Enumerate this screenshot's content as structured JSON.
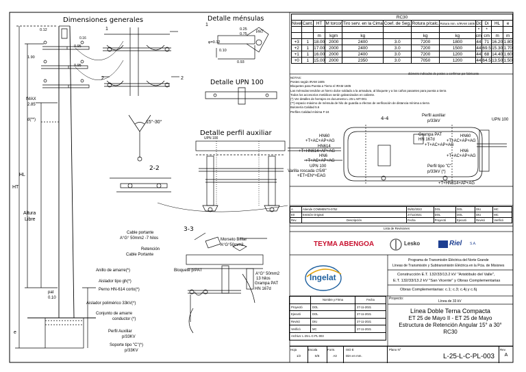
{
  "labels": {
    "dimensiones": "Dimensiones generales",
    "detalle_mensulas": "Detalle ménsulas",
    "detalle_upn": "Detalle UPN 100",
    "detalle_perfil": "Detalle perfil auxiliar",
    "sec_22": "2-2",
    "sec_33": "3-3",
    "sec_44": "4-4",
    "angle": "15°-30°",
    "dim_012": "0.12",
    "dim_095a": "0.95",
    "dim_095b": "0.95",
    "dim_190": "1.90",
    "dim_pat_010": "0.10",
    "dim_016": "0.16",
    "dim_025": "0.25",
    "dim_075": "0.75",
    "dim_093": "0.93",
    "dim_010": "0.10",
    "fmax": "fMAX",
    "dim_285": "2.85",
    "d_label": "d(**)",
    "hl": "HL",
    "ht": "HT",
    "altura": "Altura",
    "libre": "Libre",
    "pat_label": "pat",
    "pat_val": "0.10",
    "e_label": "e",
    "phi": "φ=0.12",
    "pat": "PAT",
    "upn100": "UPN 100",
    "mark1": "1",
    "mark2": "2",
    "cable_portante": "Cable portante",
    "cable_portante_spec": "A°G° 50mm2 -7 hilos",
    "retencion": "Retención",
    "cable_portante2": "Cable Portante",
    "morseto": "Morseto Bifilar",
    "morseto_spec": "A°G°50mm2",
    "anillo": "Anillo de amarre(*)",
    "aislador": "Aislador tipo gh(*)",
    "perno": "Perno HN-614 corto(*)",
    "aislador_polimerico": "Aislador polimérico 33kV(*)",
    "conjunto1": "Conjunto de amarre",
    "conjunto2": "conductor (*)",
    "perfil_aux": "Perfil Auxiliar",
    "perfil_aux_spec": "p/33KV",
    "soporte": "Soporte tipo \"C\"(*)",
    "soporte_spec": "p/33KV",
    "bloquete": "Bloquete p/PAT",
    "agspec": "A°G° 50mm2",
    "hilos13": "13 hilos",
    "grampa": "Grampa PAT",
    "hn167": "HN 167d",
    "perfil_aux_44": "Perfil auxiliar",
    "perfil_aux_44_spec": "p/33kV",
    "grampa_44": "Grampa PAT",
    "hn167_44": "HN 167d",
    "tac": "+T+AC+AP+AG",
    "upn100_44": "UPN 100",
    "hn60a": "HN60",
    "hn60a_spec": "+T+AC+AP+AG",
    "hn614": "HN614",
    "hn614_spec": "+T+HN614+AP+AG",
    "hn6": "HN6",
    "hn6_spec": "+T+AC+AP+AG",
    "upn100_b": "UPN 100",
    "varilla": "Varilla roscada ∅5/8\"",
    "varilla_spec": "+ET+EN*+EAG",
    "perfil_tipo_c": "Perfil tipo \"C\"",
    "perfil_tipo_c_spec": "p/33kV (*)",
    "hn614_b": "+T+HN614+AP+AG",
    "hn60b": "HN60",
    "hn60b_spec": "+T+AC+AP+AG",
    "hn6b": "HN6",
    "hn6b_spec": "+T+AC+AP+AG"
  },
  "rc_table": {
    "title": "RC30",
    "headers": [
      "Nivel",
      "Cant.",
      "HT",
      "M torcor",
      "Tiro serv. en la Cima",
      "Coef. de Seg.",
      "Rotura p/calc.",
      "Rotura min. s/IRAM 1605",
      "Dc",
      "Di",
      "HL",
      "e"
    ],
    "units": [
      "",
      "",
      "m",
      "kgm",
      "kg",
      "",
      "kg",
      "kg",
      "cm",
      "cm",
      "m",
      "m"
    ],
    "sub": [
      "",
      "",
      "",
      "",
      "",
      "",
      "",
      "",
      "*",
      "*",
      "",
      ""
    ],
    "rows": [
      [
        "+3",
        "1",
        "18.00",
        "2000",
        "2400",
        "3.0",
        "7200",
        "1800",
        "44",
        "71",
        "16.20",
        "1.80"
      ],
      [
        "+2",
        "1",
        "17.00",
        "2000",
        "2400",
        "3.0",
        "7200",
        "1500",
        "44",
        "69.5",
        "15.30",
        "1.70"
      ],
      [
        "+1",
        "1",
        "16.00",
        "2000",
        "2400",
        "3.0",
        "7200",
        "1200",
        "44",
        "68",
        "14.40",
        "1.60"
      ],
      [
        "+0",
        "1",
        "15.00",
        "2000",
        "2350",
        "3.0",
        "7050",
        "1200",
        "44",
        "64.5",
        "13.50",
        "1.50"
      ]
    ],
    "footnote": "diámetro indicados de postes a confirmar por fabricante"
  },
  "notes": [
    "NOTAS:",
    "Postes según IRAM 1605",
    "Bloquetes para Puesta a Tierra s/ IRAM 1605",
    "Las ménsulas tendrán un hierro dulce soldado a la armadura, al bloquete y a los caños pasantes para puesta a tierra",
    "Todos los accesorios metálicos serán galvanizados en caliente.",
    "(*) Ver detalles de herrajes en documento L-25-L-MT-001",
    "(**) espacio máximo de ménsula de hilo de guardia a efectos de verificación de distancia mínima a tierra",
    "Bulonería Calidad 5.6",
    "Perfiles Calidad mínima F-24"
  ],
  "revisions": {
    "rows": [
      [
        "A",
        "Atiende COMMENTS-0752",
        "05/02/2022",
        "DOL",
        "DOL",
        "DIU",
        "MC"
      ],
      [
        "E0",
        "Emisión Original",
        "27/11/2021",
        "DOL",
        "DOL",
        "DIU",
        "MC"
      ]
    ],
    "headers": [
      "Rev.",
      "Descripción",
      "Fecha",
      "Proyectó",
      "Ejecutó",
      "Revisó",
      "Verificó"
    ],
    "caption": "Lista de Revisiones"
  },
  "logos": {
    "teyma": "TEYMA ABENGOA",
    "lesko": "Lesko",
    "riel": "Riel",
    "riel_sub": "S.A.",
    "ingelat": "Ingelat"
  },
  "program": {
    "line1": "Programa de Transmisión Eléctrica del Norte Grande",
    "line2": "Líneas de Transmisión y Subtransmisión Eléctrica en la Pcia. de Misiones"
  },
  "construction": {
    "line1": "Construcción E.T. 132/33/13.2 kV \"Aristóbulo del Valle\",",
    "line2": "E.T. 132/33/13.2 kV \"San Vicente\" y Obras Complementarias",
    "line3": "Obras Complementarias: c.1; c.3; c.4j y c.6j"
  },
  "signatures": {
    "headers": [
      "",
      "Nombre y Firma",
      "Fecha"
    ],
    "rows": [
      [
        "Proyectó",
        "DOL",
        "27-11-2021"
      ],
      [
        "Ejecutó",
        "DOL",
        "27-11-2021"
      ],
      [
        "Revisó",
        "DIU",
        "27-11-2021"
      ],
      [
        "Verificó",
        "MC",
        "27-11-2021"
      ]
    ],
    "archive": "Archivo: L-25-L-C-PL-003"
  },
  "project": {
    "label": "Proyecto:",
    "value": "Línea de 33 kV",
    "title1": "Línea Doble Terna Compacta",
    "title2": "ET 25 de Mayo II - ET 25 de Mayo",
    "title3": "Estructura de Retención Angular 15° a 30°",
    "title4": "RC30"
  },
  "footer": {
    "hoja_label": "Hoja",
    "hoja_value": "1/2",
    "escala_label": "Escala",
    "escala_value": "S/E",
    "formato_label": "Form.",
    "formato_value": "A3",
    "iso_label": "ISO E",
    "dim_label": "Dim en mm.",
    "plano_label": "Plano N°",
    "plano_value": "L-25-L-C-PL-003",
    "rev_label": "Rev.",
    "rev_value": "A"
  },
  "colors": {
    "teyma": "#c8102e",
    "riel": "#1d3f91",
    "ingelat": "#1d5f9e",
    "line": "#000000"
  }
}
